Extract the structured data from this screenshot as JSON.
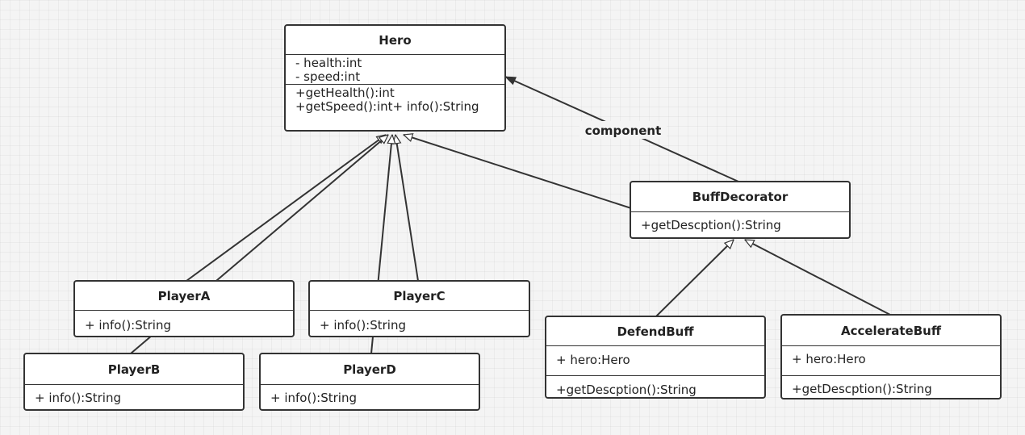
{
  "classes": {
    "hero": {
      "name": "Hero",
      "attributes": [
        "- health:int",
        "- speed:int"
      ],
      "operations": [
        "+getHealth():int",
        "+getSpeed():int+ info():String"
      ]
    },
    "buff_decorator": {
      "name": "BuffDecorator",
      "operations": [
        "+getDescption():String"
      ]
    },
    "player_a": {
      "name": "PlayerA",
      "operations": [
        "+ info():String"
      ]
    },
    "player_b": {
      "name": "PlayerB",
      "operations": [
        "+ info():String"
      ]
    },
    "player_c": {
      "name": "PlayerC",
      "operations": [
        "+ info():String"
      ]
    },
    "player_d": {
      "name": "PlayerD",
      "operations": [
        "+ info():String"
      ]
    },
    "defend_buff": {
      "name": "DefendBuff",
      "attributes": [
        "+ hero:Hero"
      ],
      "operations": [
        "+getDescption():String"
      ]
    },
    "accelerate_buff": {
      "name": "AccelerateBuff",
      "attributes": [
        "+ hero:Hero"
      ],
      "operations": [
        "+getDescption():String"
      ]
    }
  },
  "relations": {
    "component_label": "component"
  },
  "colors": {
    "line": "#333333",
    "box_fill": "#ffffff",
    "background": "#f4f4f4"
  }
}
